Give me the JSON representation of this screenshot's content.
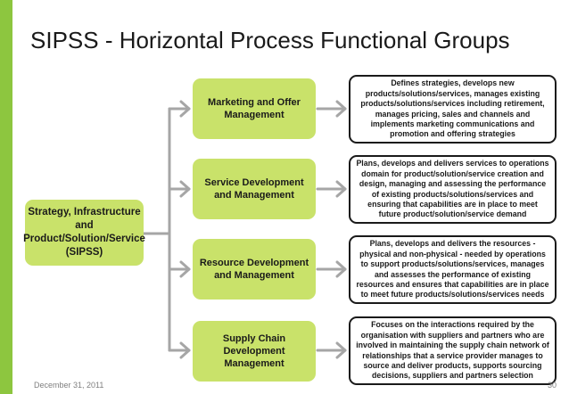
{
  "slide": {
    "title": "SIPSS - Horizontal Process Functional Groups",
    "accent_color": "#8dc63f",
    "node_color": "#c9e26a"
  },
  "main_node": {
    "label": "Strategy, Infrastructure and Product/Solution/Service (SIPSS)"
  },
  "groups": [
    {
      "label": "Marketing and Offer Management",
      "description": "Defines strategies, develops new products/solutions/services, manages existing products/solutions/services including retirement, manages pricing, sales and channels and implements marketing communications and promotion and offering strategies"
    },
    {
      "label": "Service Development and Management",
      "description": "Plans, develops and delivers services to operations domain for product/solution/service creation and design, managing and assessing the performance of existing products/solutions/services and ensuring that capabilities are in place to meet future product/solution/service demand"
    },
    {
      "label": "Resource Development and Management",
      "description": "Plans, develops and delivers the resources - physical and non-physical - needed by operations to support products/solutions/services, manages and assesses the performance of existing resources and ensures that capabilities are in place to meet future products/solutions/services needs"
    },
    {
      "label": "Supply Chain Development Management",
      "description": "Focuses on the interactions required by the organisation with suppliers and partners who are involved in maintaining the supply chain network of relationships that a service provider manages to source and deliver products, supports sourcing decisions, suppliers and partners selection"
    }
  ],
  "footer": {
    "date": "December 31, 2011",
    "page_number": "30"
  }
}
